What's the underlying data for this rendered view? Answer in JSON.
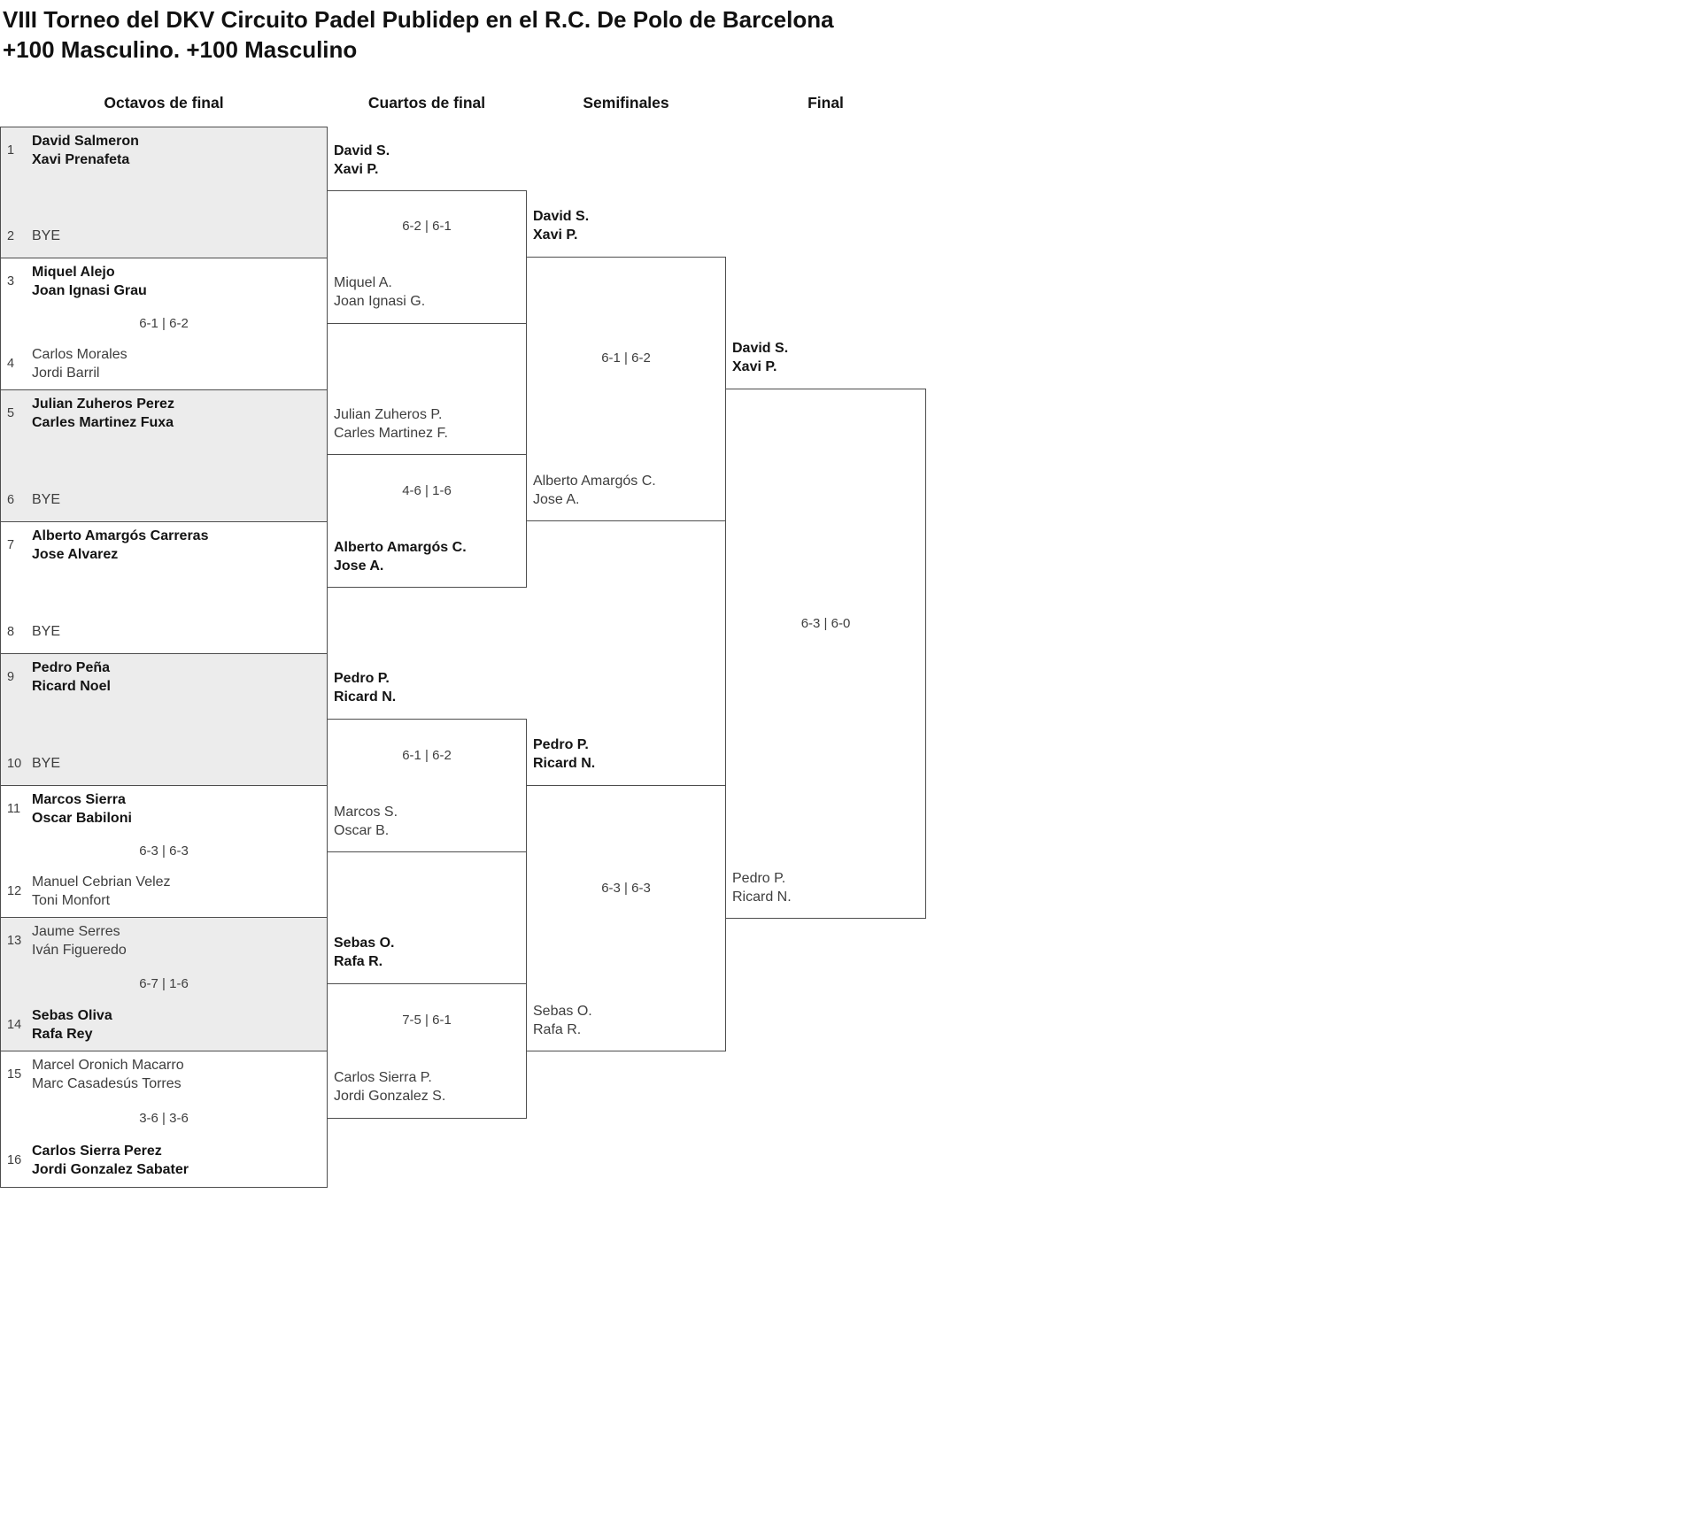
{
  "title": {
    "line1": "VIII Torneo del DKV Circuito Padel Publidep en el R.C. De Polo de Barcelona",
    "line2": "+100 Masculino. +100 Masculino"
  },
  "round_headers": [
    "Octavos de final",
    "Cuartos de final",
    "Semifinales",
    "Final"
  ],
  "r16": [
    {
      "seed_a": "1",
      "a1": "David Salmeron",
      "a2": "Xavi Prenafeta",
      "seed_b": "2",
      "b1": "BYE",
      "winner": "a"
    },
    {
      "seed_a": "3",
      "a1": "Miquel Alejo",
      "a2": "Joan Ignasi Grau",
      "score": "6-1 | 6-2",
      "seed_b": "4",
      "b1": "Carlos Morales",
      "b2": "Jordi Barril",
      "winner": "a"
    },
    {
      "seed_a": "5",
      "a1": "Julian Zuheros Perez",
      "a2": "Carles Martinez Fuxa",
      "seed_b": "6",
      "b1": "BYE",
      "winner": "a"
    },
    {
      "seed_a": "7",
      "a1": "Alberto Amargós Carreras",
      "a2": "Jose Alvarez",
      "seed_b": "8",
      "b1": "BYE",
      "winner": "a"
    },
    {
      "seed_a": "9",
      "a1": "Pedro Peña",
      "a2": "Ricard Noel",
      "seed_b": "10",
      "b1": "BYE",
      "winner": "a"
    },
    {
      "seed_a": "11",
      "a1": "Marcos Sierra",
      "a2": "Oscar Babiloni",
      "score": "6-3 | 6-3",
      "seed_b": "12",
      "b1": "Manuel Cebrian Velez",
      "b2": "Toni Monfort",
      "winner": "a"
    },
    {
      "seed_a": "13",
      "a1": "Jaume Serres",
      "a2": "Iván Figueredo",
      "score": "6-7 | 1-6",
      "seed_b": "14",
      "b1": "Sebas Oliva",
      "b2": "Rafa Rey",
      "winner": "b"
    },
    {
      "seed_a": "15",
      "a1": "Marcel Oronich Macarro",
      "a2": "Marc Casadesús Torres",
      "score": "3-6 | 3-6",
      "seed_b": "16",
      "b1": "Carlos Sierra Perez",
      "b2": "Jordi Gonzalez Sabater",
      "winner": "b"
    }
  ],
  "qf": [
    {
      "a1": "David S.",
      "a2": "Xavi P.",
      "score": "6-2 | 6-1",
      "b1": "Miquel A.",
      "b2": "Joan Ignasi G.",
      "winner": "a"
    },
    {
      "a1": "Julian Zuheros P.",
      "a2": "Carles Martinez F.",
      "score": "4-6 | 1-6",
      "b1": "Alberto Amargós C.",
      "b2": "Jose A.",
      "winner": "b"
    },
    {
      "a1": "Pedro P.",
      "a2": "Ricard N.",
      "score": "6-1 | 6-2",
      "b1": "Marcos S.",
      "b2": "Oscar B.",
      "winner": "a"
    },
    {
      "a1": "Sebas O.",
      "a2": "Rafa R.",
      "score": "7-5 | 6-1",
      "b1": "Carlos Sierra P.",
      "b2": "Jordi Gonzalez S.",
      "winner": "a"
    }
  ],
  "sf": [
    {
      "a1": "David S.",
      "a2": "Xavi P.",
      "score": "6-1 | 6-2",
      "b1": "Alberto Amargós C.",
      "b2": "Jose A.",
      "winner": "a"
    },
    {
      "a1": "Pedro P.",
      "a2": "Ricard N.",
      "score": "6-3 | 6-3",
      "b1": "Sebas O.",
      "b2": "Rafa R.",
      "winner": "a"
    }
  ],
  "final": {
    "a1": "David S.",
    "a2": "Xavi P.",
    "score": "6-3 | 6-0",
    "b1": "Pedro P.",
    "b2": "Ricard N.",
    "winner": "a"
  },
  "style": {
    "shade_fill": "#ececec",
    "line_color": "#4d4d4d",
    "winner_text": "#141414",
    "text_color": "#3e3e3e"
  }
}
